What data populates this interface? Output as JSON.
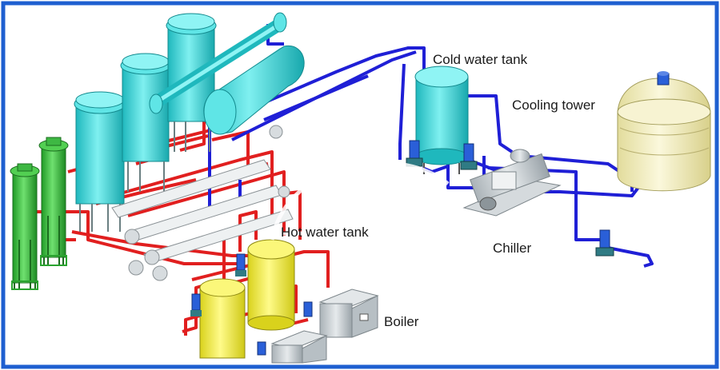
{
  "labels": {
    "cold_water_tank": "Cold water tank",
    "cooling_tower": "Cooling tower",
    "hot_water_tank": "Hot water tank",
    "chiller": "Chiller",
    "boiler": "Boiler"
  },
  "colors": {
    "frame": "#1e5fd0",
    "cyan": "#27d3d6",
    "green": "#35c23a",
    "yellow": "#f5ee3c",
    "red_pipe": "#e11f1f",
    "blue_pipe": "#1f1fd6",
    "tower": "#f4f0c0",
    "grey_unit": "#c9cfd3"
  }
}
